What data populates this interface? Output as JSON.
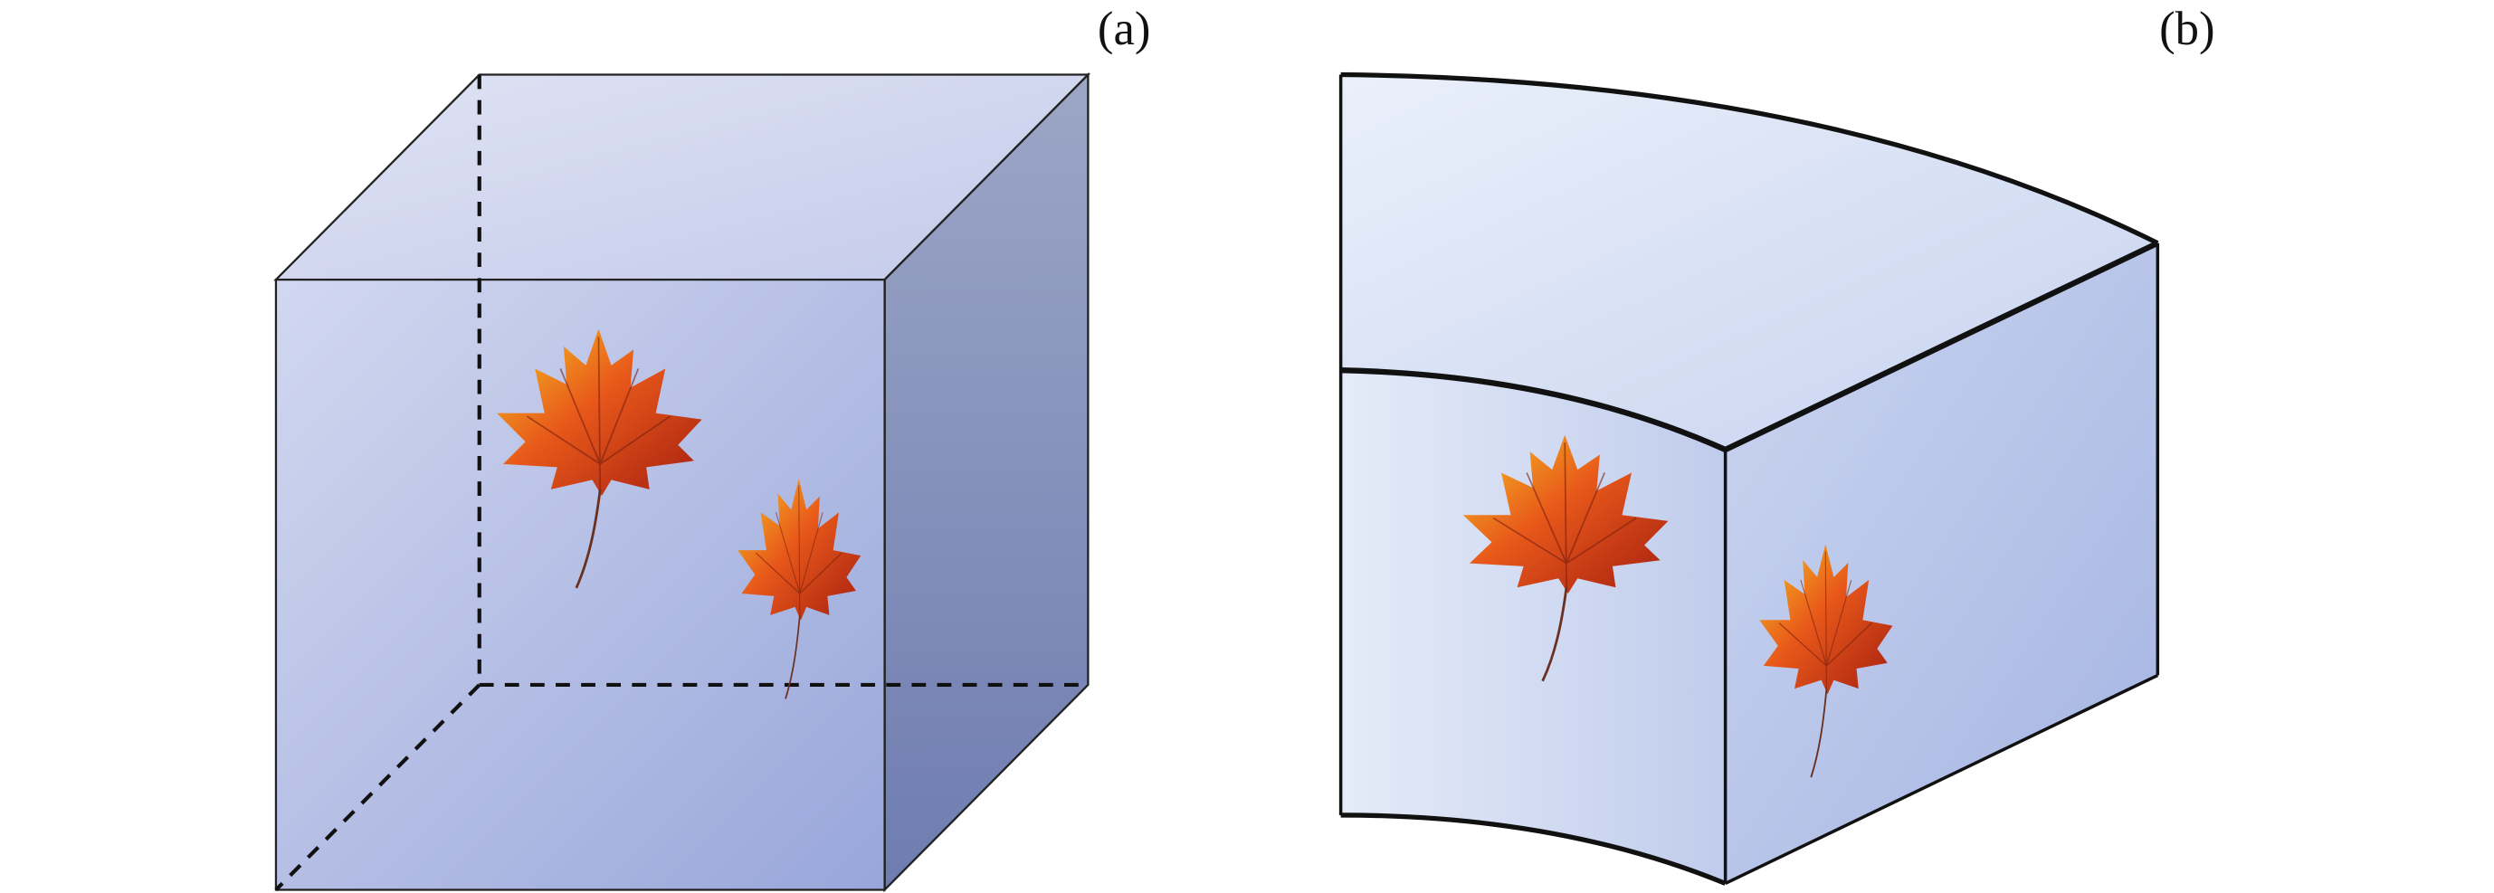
{
  "panels": [
    {
      "label": "(a)",
      "shape": "cube"
    },
    {
      "label": "(b)",
      "shape": "annular-sector-block"
    }
  ],
  "colors": {
    "face_light": "#e6ecf8",
    "face_mid": "#b8c2e6",
    "face_dark": "#7682b4",
    "leaf_yellow": "#f2b51c",
    "leaf_red": "#b52410",
    "edge": "#111111"
  }
}
